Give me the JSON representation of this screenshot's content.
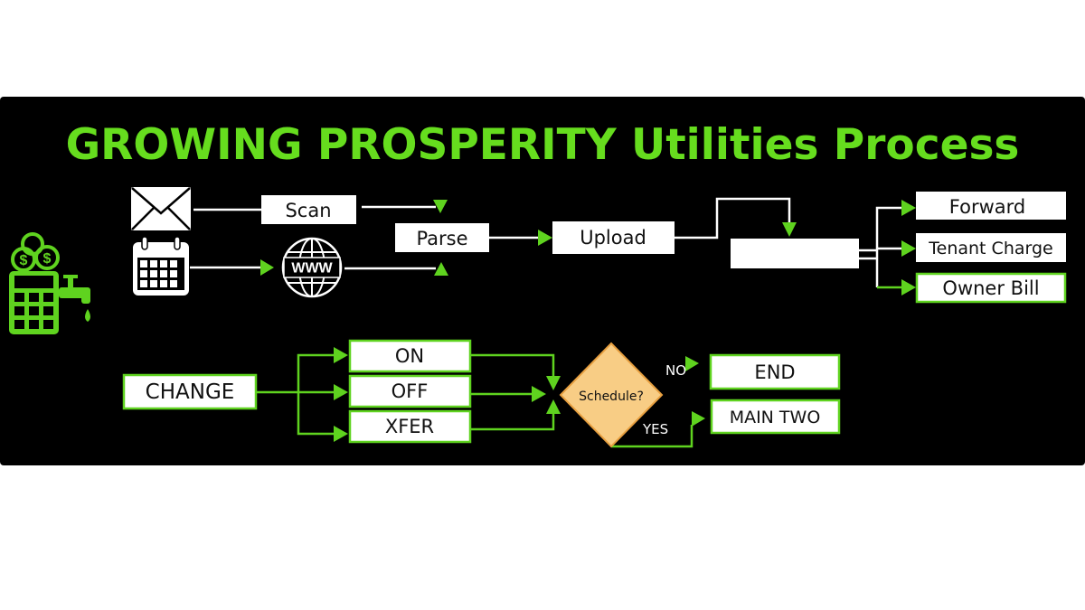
{
  "title": "GROWING PROSPERITY Utilities Process",
  "top_flow": {
    "scan": "Scan",
    "parse": "Parse",
    "upload": "Upload",
    "www": "WWW",
    "outputs": [
      "Forward",
      "Tenant Charge",
      "Owner Bill"
    ]
  },
  "bottom_flow": {
    "change": "CHANGE",
    "options": [
      "ON",
      "OFF",
      "XFER"
    ],
    "decision": "Schedule?",
    "no_label": "NO",
    "yes_label": "YES",
    "end": "END",
    "main_two": "MAIN TWO"
  },
  "colors": {
    "accent": "#5fd31f",
    "panel": "#000000",
    "decision_fill": "#f8cd85"
  }
}
